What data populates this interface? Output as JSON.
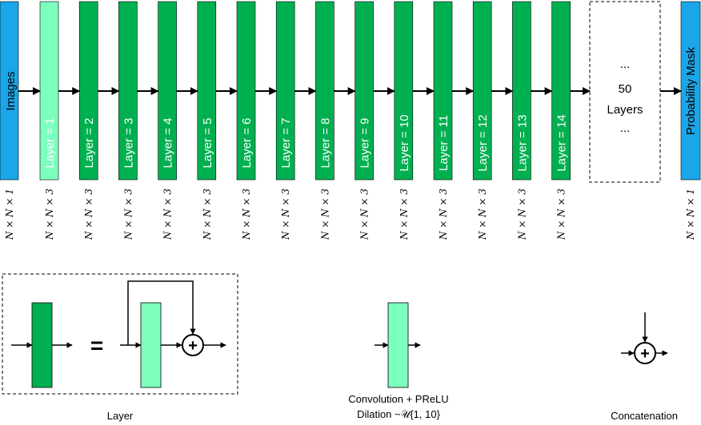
{
  "colors": {
    "input": "#1aa6e8",
    "layer_dark": "#00b050",
    "layer_light": "#7dffbe",
    "stroke": "#000000",
    "white_text": "#ffffff"
  },
  "input_block": {
    "label": "Images",
    "dims": "N × N × 1"
  },
  "layers": [
    {
      "label": "Layer = 1",
      "dims": "N × N × 3",
      "style": "light"
    },
    {
      "label": "Layer = 2",
      "dims": "N × N × 3",
      "style": "dark"
    },
    {
      "label": "Layer = 3",
      "dims": "N × N × 3",
      "style": "dark"
    },
    {
      "label": "Layer = 4",
      "dims": "N × N × 3",
      "style": "dark"
    },
    {
      "label": "Layer = 5",
      "dims": "N × N × 3",
      "style": "dark"
    },
    {
      "label": "Layer = 6",
      "dims": "N × N × 3",
      "style": "dark"
    },
    {
      "label": "Layer = 7",
      "dims": "N × N × 3",
      "style": "dark"
    },
    {
      "label": "Layer = 8",
      "dims": "N × N × 3",
      "style": "dark"
    },
    {
      "label": "Layer = 9",
      "dims": "N × N × 3",
      "style": "dark"
    },
    {
      "label": "Layer = 10",
      "dims": "N × N × 3",
      "style": "dark"
    },
    {
      "label": "Layer = 11",
      "dims": "N × N × 3",
      "style": "dark"
    },
    {
      "label": "Layer = 12",
      "dims": "N × N × 3",
      "style": "dark"
    },
    {
      "label": "Layer = 13",
      "dims": "N × N × 3",
      "style": "dark"
    },
    {
      "label": "Layer = 14",
      "dims": "N × N × 3",
      "style": "dark"
    }
  ],
  "more_layers": {
    "lines": [
      "...",
      "50",
      "Layers",
      "..."
    ]
  },
  "output_block": {
    "label": "Probability Mask",
    "dims": "N × N × 1"
  },
  "legend": {
    "layer_equals": "=",
    "plus_symbol": "+",
    "layer_caption": "Layer",
    "conv_caption_line1": "Convolution + PReLU",
    "conv_caption_line2": "Dilation ~𝒰{1, 10}",
    "concat_caption": "Concatenation"
  }
}
